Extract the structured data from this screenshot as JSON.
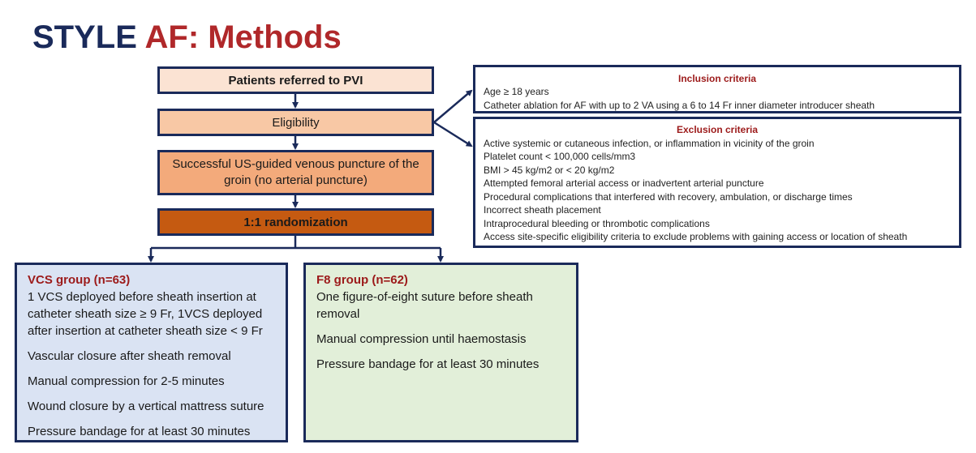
{
  "title": {
    "part1": "STYLE",
    "part2": "AF: Methods"
  },
  "colors": {
    "navy": "#1a2a5a",
    "red": "#b0282a",
    "orange_dark": "#c55a11",
    "vcs_fill": "#dae3f3",
    "f8_fill": "#e2efd9"
  },
  "flow": {
    "patients": "Patients referred to PVI",
    "eligibility": "Eligibility",
    "puncture": "Successful US-guided venous puncture of the groin (no arterial puncture)",
    "randomization": "1:1 randomization"
  },
  "inclusion": {
    "heading": "Inclusion criteria",
    "items": [
      "Age ≥ 18 years",
      "Catheter ablation for AF with up to 2 VA using a 6 to 14 Fr inner diameter introducer sheath"
    ]
  },
  "exclusion": {
    "heading": "Exclusion criteria",
    "items": [
      "Active systemic or cutaneous infection, or inflammation in vicinity of the groin",
      "Platelet count < 100,000 cells/mm3",
      "BMI > 45 kg/m2 or < 20 kg/m2",
      "Attempted femoral arterial access or inadvertent arterial puncture",
      "Procedural complications that interfered with recovery, ambulation, or discharge times",
      "Incorrect sheath placement",
      "Intraprocedural bleeding or thrombotic complications",
      "Access site-specific eligibility criteria to exclude problems with gaining access or location of sheath"
    ]
  },
  "vcs_group": {
    "heading": "VCS group (n=63)",
    "items": [
      "1 VCS deployed before sheath insertion at catheter sheath size ≥ 9 Fr, 1VCS deployed after insertion at catheter sheath size < 9 Fr",
      "Vascular closure after sheath removal",
      "Manual compression for 2-5 minutes",
      "Wound closure by a vertical mattress suture",
      "Pressure bandage for at least 30 minutes"
    ]
  },
  "f8_group": {
    "heading": "F8 group (n=62)",
    "items": [
      "One figure-of-eight suture before sheath removal",
      "Manual compression until haemostasis",
      "Pressure bandage for at least 30 minutes"
    ]
  }
}
